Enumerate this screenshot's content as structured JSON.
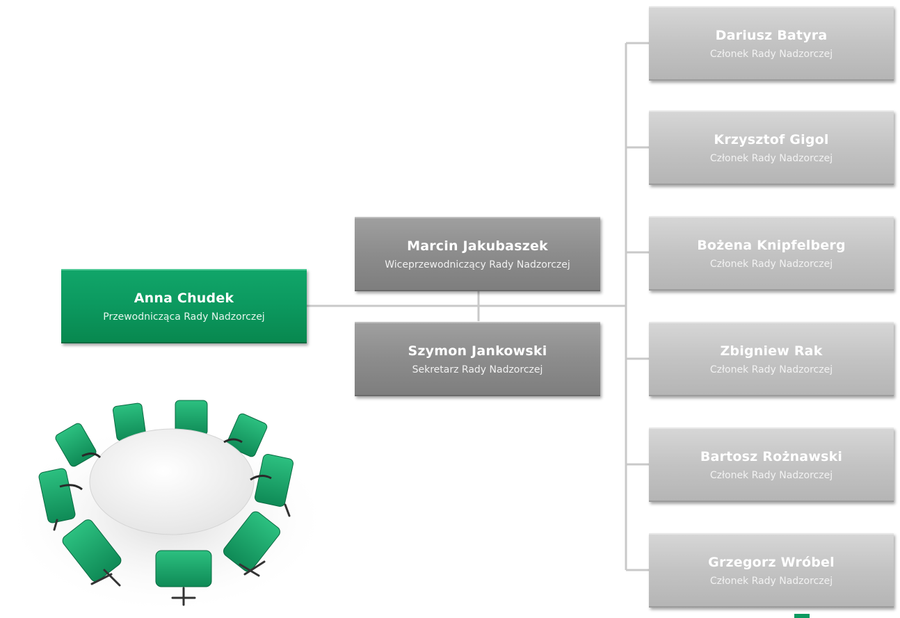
{
  "colors": {
    "chair": "#0c9a60",
    "vice_secretary": "#8c8c8c",
    "member": "#c3c3c3",
    "connector": "#c9c9c9",
    "chair_seat": "#1aa86c"
  },
  "chair": {
    "name": "Anna Chudek",
    "role": "Przewodnicząca Rady Nadzorczej"
  },
  "vice_chair": {
    "name": "Marcin Jakubaszek",
    "role": "Wiceprzewodniczący Rady Nadzorczej"
  },
  "secretary": {
    "name": "Szymon Jankowski",
    "role": "Sekretarz Rady Nadzorczej"
  },
  "members": [
    {
      "name": "Dariusz Batyra",
      "role": "Członek Rady Nadzorczej"
    },
    {
      "name": "Krzysztof Gigol",
      "role": "Członek Rady Nadzorczej"
    },
    {
      "name": "Bożena Knipfelberg",
      "role": "Członek Rady Nadzorczej"
    },
    {
      "name": "Zbigniew Rak",
      "role": "Członek Rady Nadzorczej"
    },
    {
      "name": "Bartosz Rożnawski",
      "role": "Członek Rady Nadzorczej"
    },
    {
      "name": "Grzegorz Wróbel",
      "role": "Członek Rady Nadzorczej"
    }
  ],
  "illustration": {
    "icon": "round-table-with-chairs"
  }
}
